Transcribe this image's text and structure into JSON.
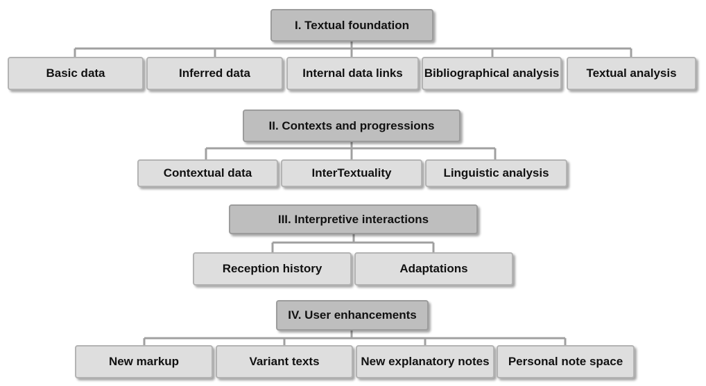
{
  "diagram": {
    "groups": [
      {
        "title": "I. Textual foundation",
        "children": [
          "Basic data",
          "Inferred data",
          "Internal data links",
          "Bibliographical analysis",
          "Textual analysis"
        ]
      },
      {
        "title": "II. Contexts and progressions",
        "children": [
          "Contextual data",
          "InterTextuality",
          "Linguistic analysis"
        ]
      },
      {
        "title": "III. Interpretive interactions",
        "children": [
          "Reception history",
          "Adaptations"
        ]
      },
      {
        "title": "IV. User enhancements",
        "children": [
          "New markup",
          "Variant texts",
          "New explanatory notes",
          "Personal note space"
        ]
      }
    ],
    "colors": {
      "header_fill": "#bebebe",
      "child_fill": "#dedede",
      "connector": "#a0a0a0"
    }
  }
}
